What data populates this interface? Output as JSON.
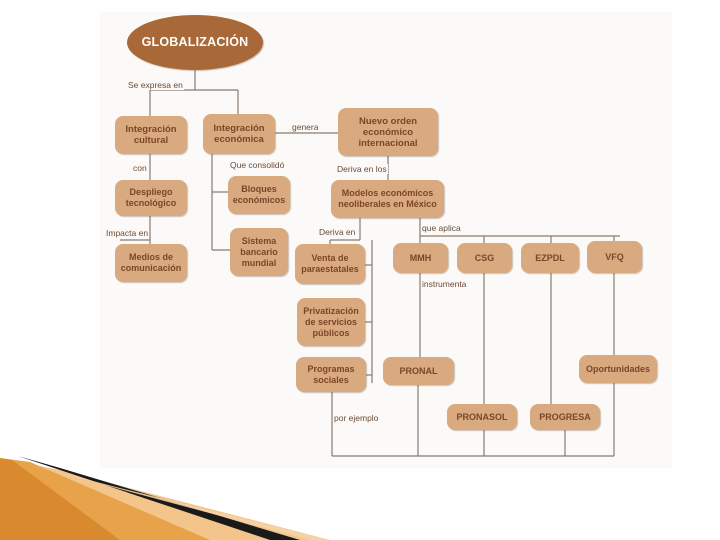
{
  "diagram": {
    "nodes": {
      "globalizacion": "GLOBALIZACIÓN",
      "integracion_cultural": "Integración\ncultural",
      "integracion_economica": "Integración\neconómica",
      "nuevo_orden": "Nuevo orden\neconómico\ninternacional",
      "despliegue": "Despliego\ntecnológico",
      "bloques": "Bloques\neconómicos",
      "modelos": "Modelos económicos\nneoliberales en México",
      "medios": "Medios de\ncomunicación",
      "sistema_bancario": "Sistema\nbancario\nmundial",
      "venta": "Venta de\nparaestatales",
      "mmh": "MMH",
      "csg": "CSG",
      "ezpdl": "EZPDL",
      "vfq": "VFQ",
      "privatizacion": "Privatización\nde servicios\npúblicos",
      "programas": "Programas\nsociales",
      "pronal": "PRONAL",
      "oportunidades": "Oportunidades",
      "pronasol": "PRONASOL",
      "progresa": "PROGRESA"
    },
    "labels": {
      "se_expresa_en": "Se expresa en",
      "genera": "genera",
      "con": "con",
      "que_consolido": "Que consolidó",
      "deriva_en_los": "Deriva en los",
      "impacta_en": "Impacta en",
      "deriva_en": "Deriva en",
      "que_aplica": "que aplica",
      "instrumenta": "instrumenta",
      "por_ejemplo": "por ejemplo"
    }
  },
  "colors": {
    "node_fill": "#d9a980",
    "title_fill": "#a86838",
    "connector": "#8a7a6c",
    "deco_orange": "#e8a24a",
    "deco_dark": "#1a1a1a"
  }
}
